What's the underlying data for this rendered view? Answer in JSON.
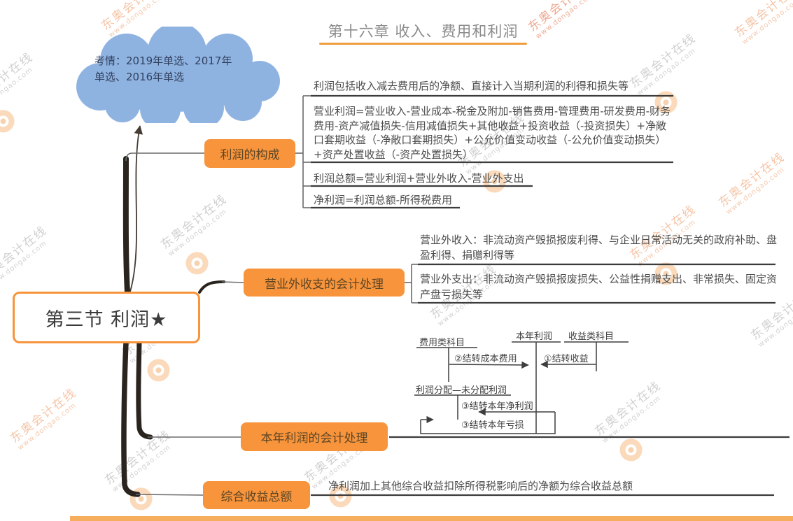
{
  "header": {
    "title": "第十六章 收入、费用和利润"
  },
  "watermark": {
    "brand": "东奥会计在线",
    "url": "www.dongao.com"
  },
  "cloud": {
    "text": "考情：2019年单选、2017年单选、2016年单选"
  },
  "root": {
    "label": "第三节 利润★"
  },
  "branches": [
    {
      "label": "利润的构成",
      "items": [
        "利润包括收入减去费用后的净额、直接计入当期利润的利得和损失等",
        "营业利润=营业收入-营业成本-税金及附加-销售费用-管理费用-研发费用-财务费用-资产减值损失-信用减值损失+其他收益+投资收益（-投资损失）+净敞口套期收益（-净敞口套期损失）+公允价值变动收益（-公允价值变动损失）+资产处置收益（-资产处置损失）",
        "利润总额=营业利润+营业外收入-营业外支出",
        "净利润=利润总额-所得税费用"
      ]
    },
    {
      "label": "营业外收支的会计处理",
      "items": [
        "营业外收入：非流动资产毁损报废利得、与企业日常活动无关的政府补助、盘盈利得、捐赠利得等",
        "营业外支出：非流动资产毁损报废损失、公益性捐赠支出、非常损失、固定资产盘亏损失等"
      ]
    },
    {
      "label": "本年利润的会计处理",
      "diagram": {
        "expense_account": "费用类科目",
        "profit_account": "本年利润",
        "income_account": "收益类科目",
        "distribution_account": "利润分配—未分配利润",
        "flow_income": "①结转收益",
        "flow_cost": "②结转成本费用",
        "flow_net_profit": "③结转本年净利润",
        "flow_loss": "③结转本年亏损"
      }
    },
    {
      "label": "综合收益总额",
      "items": [
        "净利润加上其他综合收益扣除所得税影响后的净额为综合收益总额"
      ]
    }
  ],
  "colors": {
    "accent_orange": "#f7943c",
    "cloud_blue": "#8fb3e1",
    "trunk_dark": "#2a241f",
    "leaf_text": "#4c4c4c",
    "title_underline": "#ef9d3e"
  }
}
